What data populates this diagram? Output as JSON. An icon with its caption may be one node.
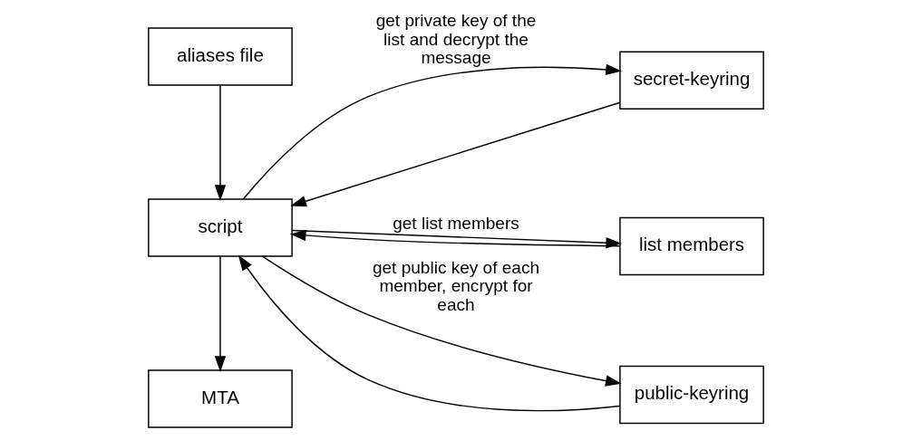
{
  "diagram": {
    "nodes": [
      {
        "text": [
          "aliases file"
        ]
      },
      {
        "text": [
          "secret-keyring"
        ]
      },
      {
        "text": [
          "script"
        ]
      },
      {
        "text": [
          "list members"
        ]
      },
      {
        "text": [
          "public-keyring"
        ]
      },
      {
        "text": [
          "MTA"
        ]
      }
    ],
    "edges": [
      {
        "from": 0,
        "to": 2,
        "arrow": "to"
      },
      {
        "from": 2,
        "to": 1,
        "arrow": "to",
        "label": "get private key of the list and decrypt the message"
      },
      {
        "from": 1,
        "to": 2,
        "arrow": "to"
      },
      {
        "from": 2,
        "to": 3,
        "arrow": "to",
        "label": "get list members"
      },
      {
        "from": 3,
        "to": 2,
        "arrow": "to"
      },
      {
        "from": 2,
        "to": 5,
        "arrow": "to"
      },
      {
        "from": 2,
        "to": 4,
        "arrow": "to",
        "label": "get public key of each member, encrypt for each"
      },
      {
        "from": 4,
        "to": 2,
        "arrow": "to"
      }
    ]
  }
}
